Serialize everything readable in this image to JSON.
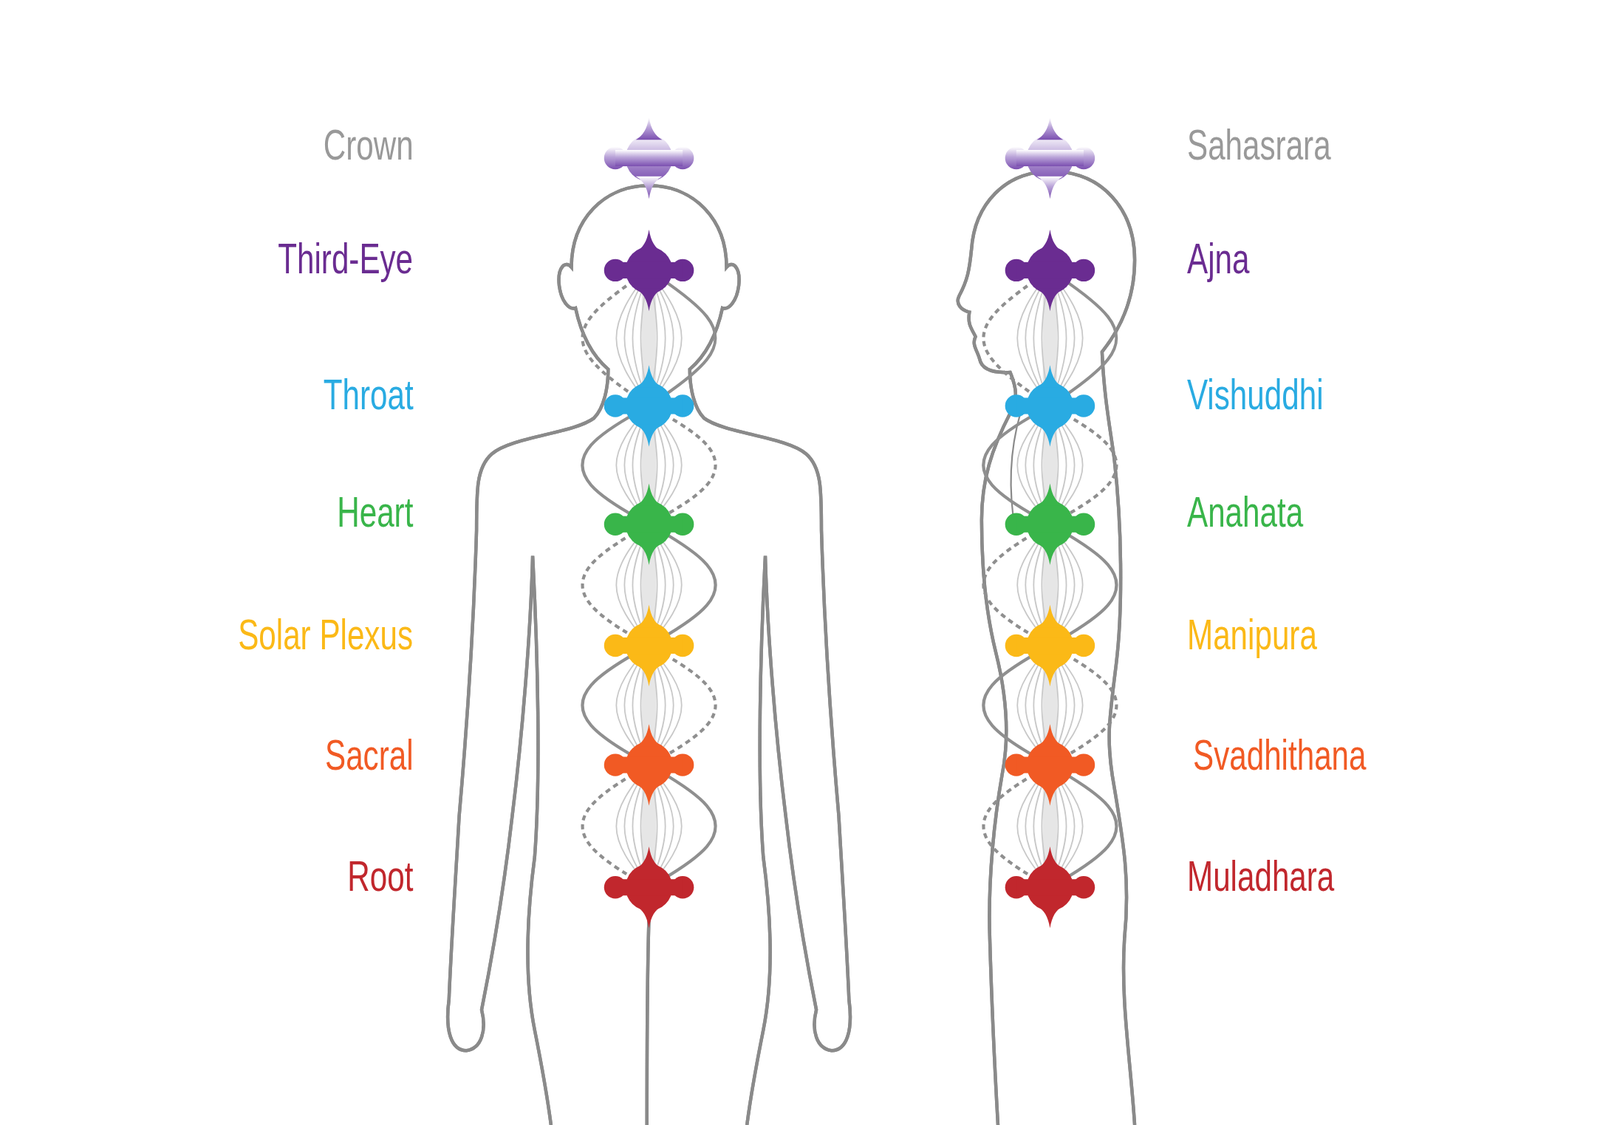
{
  "diagram": {
    "labels": [
      "Crown",
      "Sahasrara",
      "Third-Eye",
      "Ajna",
      "Throat",
      "Vishuddhi",
      "Heart",
      "Anahata",
      "Solar Plexus",
      "Manipura",
      "Sacral",
      "Svadhithana",
      "Root",
      "Muladhara"
    ]
  }
}
